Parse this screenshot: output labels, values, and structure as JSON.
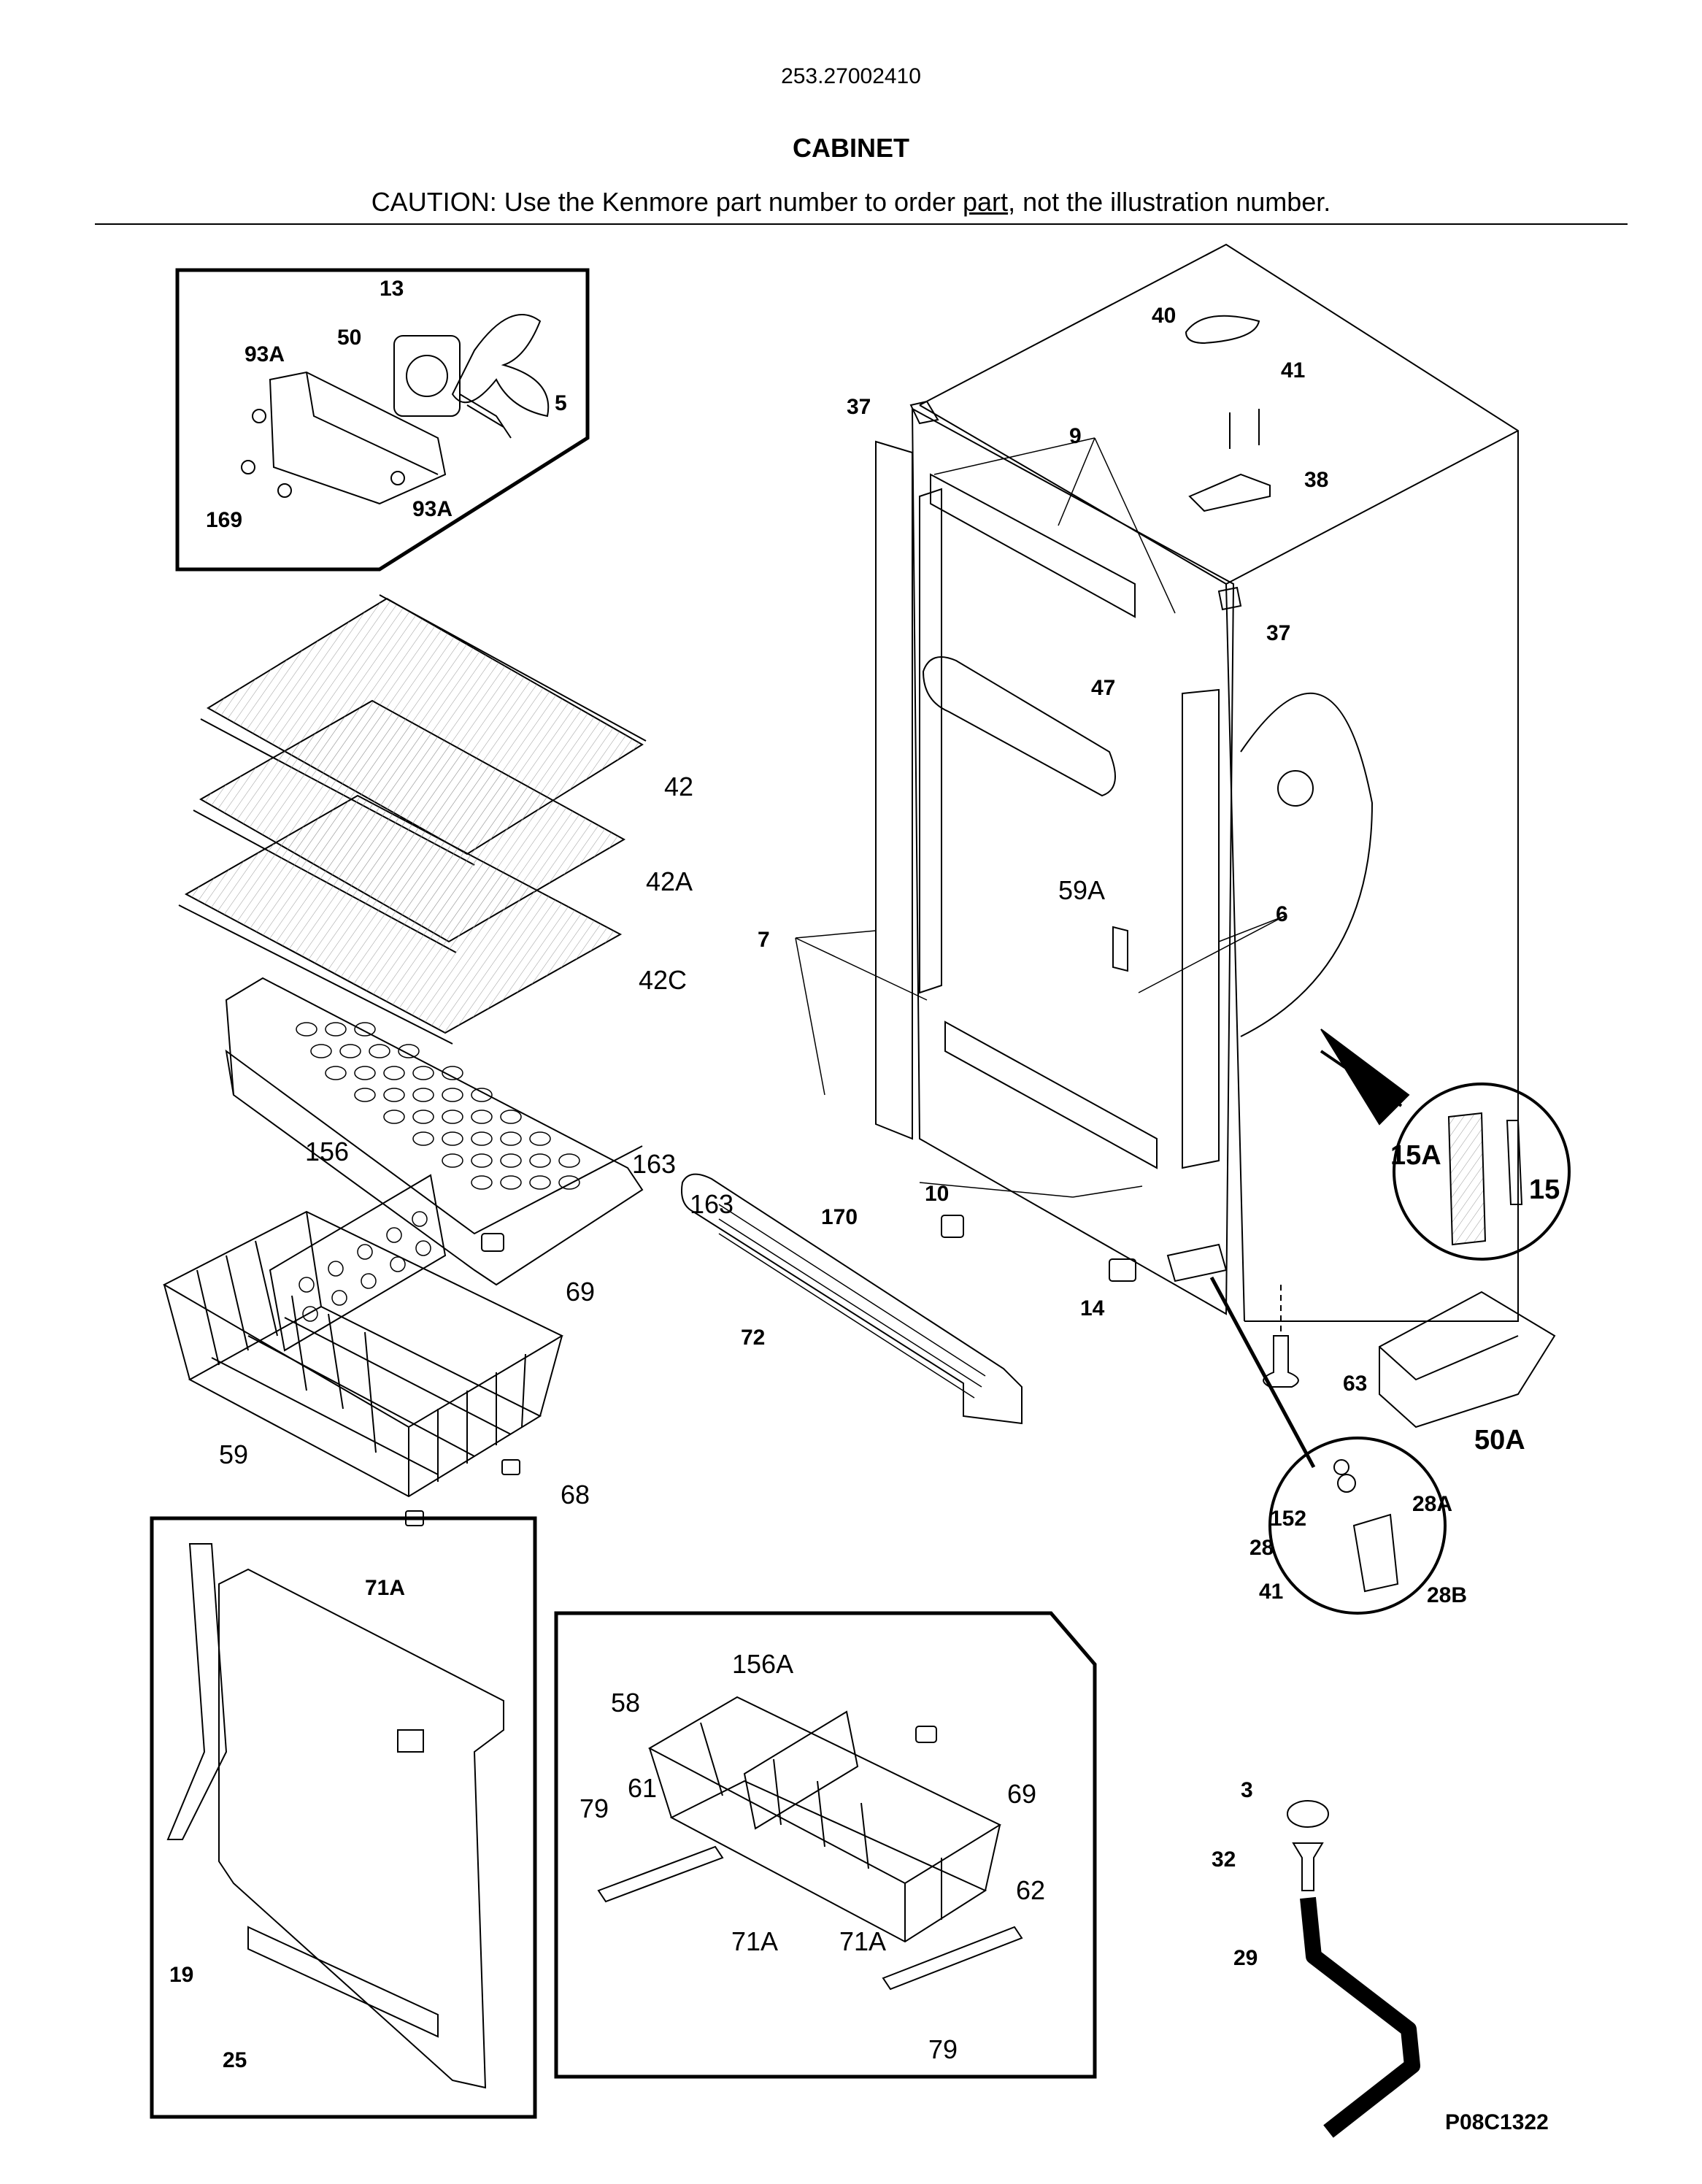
{
  "header": {
    "model_number": "253.27002410",
    "section_title": "CABINET",
    "caution_prefix": "CAUTION: Use the Kenmore part number to order ",
    "caution_link": "part",
    "caution_suffix": ", not the illustration number."
  },
  "diagram_code": "P08C1322",
  "callouts": {
    "c13": "13",
    "c93A_top": "93A",
    "c50": "50",
    "c5": "5",
    "c169": "169",
    "c93A_bot": "93A",
    "c42": "42",
    "c42A": "42A",
    "c42C": "42C",
    "c163": "163",
    "c163b": "163",
    "c156": "156",
    "c69": "69",
    "c59": "59",
    "c68": "68",
    "c40": "40",
    "c41_top": "41",
    "c37_top": "37",
    "c9": "9",
    "c38": "38",
    "c37_right": "37",
    "c47": "47",
    "c59A": "59A",
    "c6": "6",
    "c7": "7",
    "c10": "10",
    "c170": "170",
    "c72": "72",
    "c14": "14",
    "c15A": "15A",
    "c15": "15",
    "c63": "63",
    "c50A": "50A",
    "c152": "152",
    "c28A": "28A",
    "c28": "28",
    "c41_hinge": "41",
    "c28B": "28B",
    "c71A_panel": "71A",
    "c19": "19",
    "c25": "25",
    "c156A": "156A",
    "c58": "58",
    "c69b": "69",
    "c79a": "79",
    "c61": "61",
    "c71A_a": "71A",
    "c71A_b": "71A",
    "c62": "62",
    "c79b": "79",
    "c3": "3",
    "c32": "32",
    "c29": "29"
  }
}
